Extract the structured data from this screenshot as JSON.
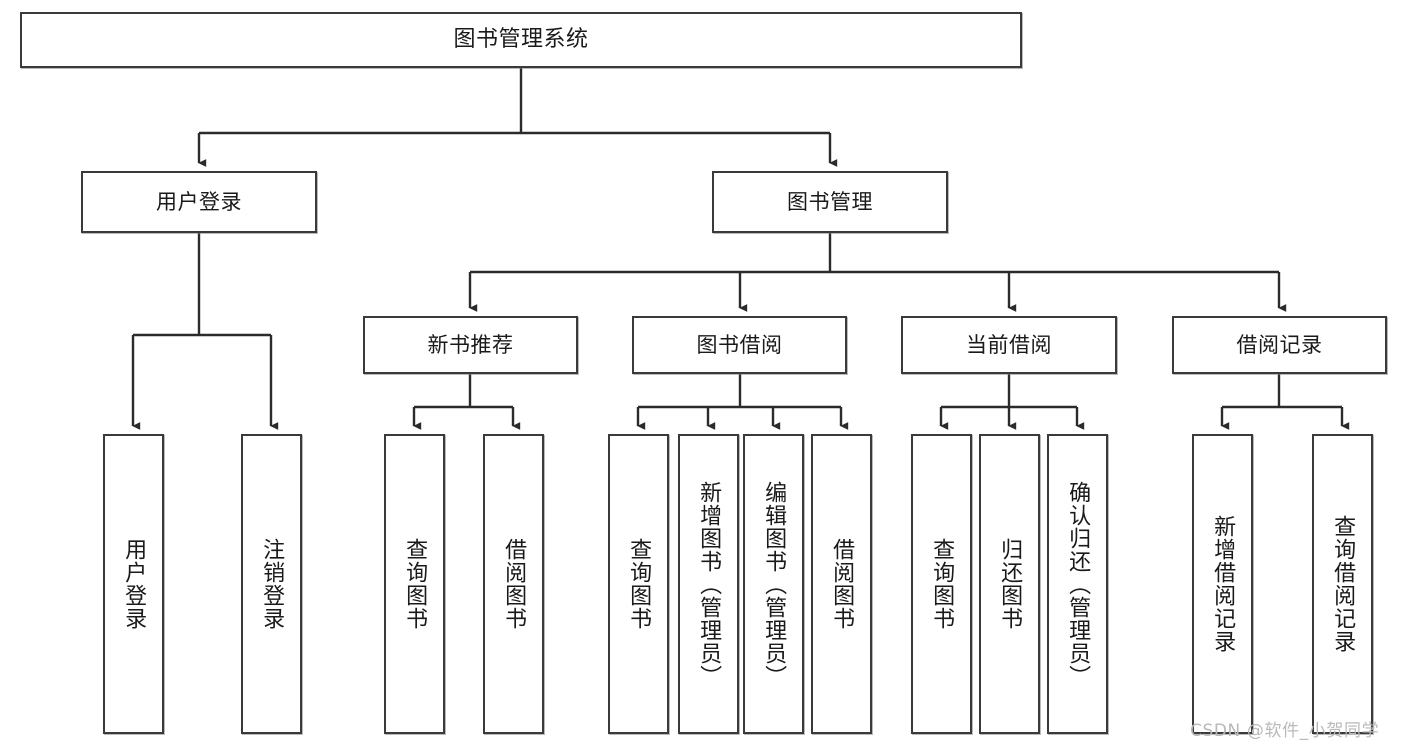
{
  "diagram": {
    "type": "tree-hierarchy",
    "title": "图书管理系统",
    "orientation": "top-down",
    "watermark": "CSDN @软件_小贺同学",
    "colors": {
      "box_border": "#3a3a3a",
      "box_fill": "#ffffff",
      "edge": "#2b2b2b",
      "text": "#1a1a1a",
      "watermark": "#b9b9b9"
    },
    "levels": {
      "level1": [
        "图书管理系统"
      ],
      "level2": [
        "用户登录",
        "图书管理"
      ],
      "level3": [
        "新书推荐",
        "图书借阅",
        "当前借阅",
        "借阅记录"
      ],
      "level4": [
        "用户登录",
        "注销登录",
        "查询图书",
        "借阅图书",
        "查询图书",
        "新增图书（管理员）",
        "编辑图书（管理员）",
        "借阅图书",
        "查询图书",
        "归还图书",
        "确认归还（管理员）",
        "新增借阅记录",
        "查询借阅记录"
      ]
    },
    "nodes": {
      "root": {
        "label": "图书管理系统"
      },
      "user_login": {
        "label": "用户登录"
      },
      "book_manage": {
        "label": "图书管理"
      },
      "new_book_rec": {
        "label": "新书推荐"
      },
      "book_borrow": {
        "label": "图书借阅"
      },
      "current_borrow": {
        "label": "当前借阅"
      },
      "borrow_record": {
        "label": "借阅记录"
      },
      "leaf_user_login": {
        "label": "用户登录"
      },
      "leaf_user_logout": {
        "label": "注销登录"
      },
      "leaf_rec_query": {
        "label": "查询图书"
      },
      "leaf_rec_borrow": {
        "label": "借阅图书"
      },
      "leaf_borrow_query": {
        "label": "查询图书"
      },
      "leaf_borrow_add": {
        "label": "新增图书（管理员）"
      },
      "leaf_borrow_edit": {
        "label": "编辑图书（管理员）"
      },
      "leaf_borrow_lend": {
        "label": "借阅图书"
      },
      "leaf_cur_query": {
        "label": "查询图书"
      },
      "leaf_cur_return": {
        "label": "归还图书"
      },
      "leaf_cur_confirm": {
        "label": "确认归还（管理员）"
      },
      "leaf_rec_add": {
        "label": "新增借阅记录"
      },
      "leaf_rec_query2": {
        "label": "查询借阅记录"
      }
    }
  }
}
